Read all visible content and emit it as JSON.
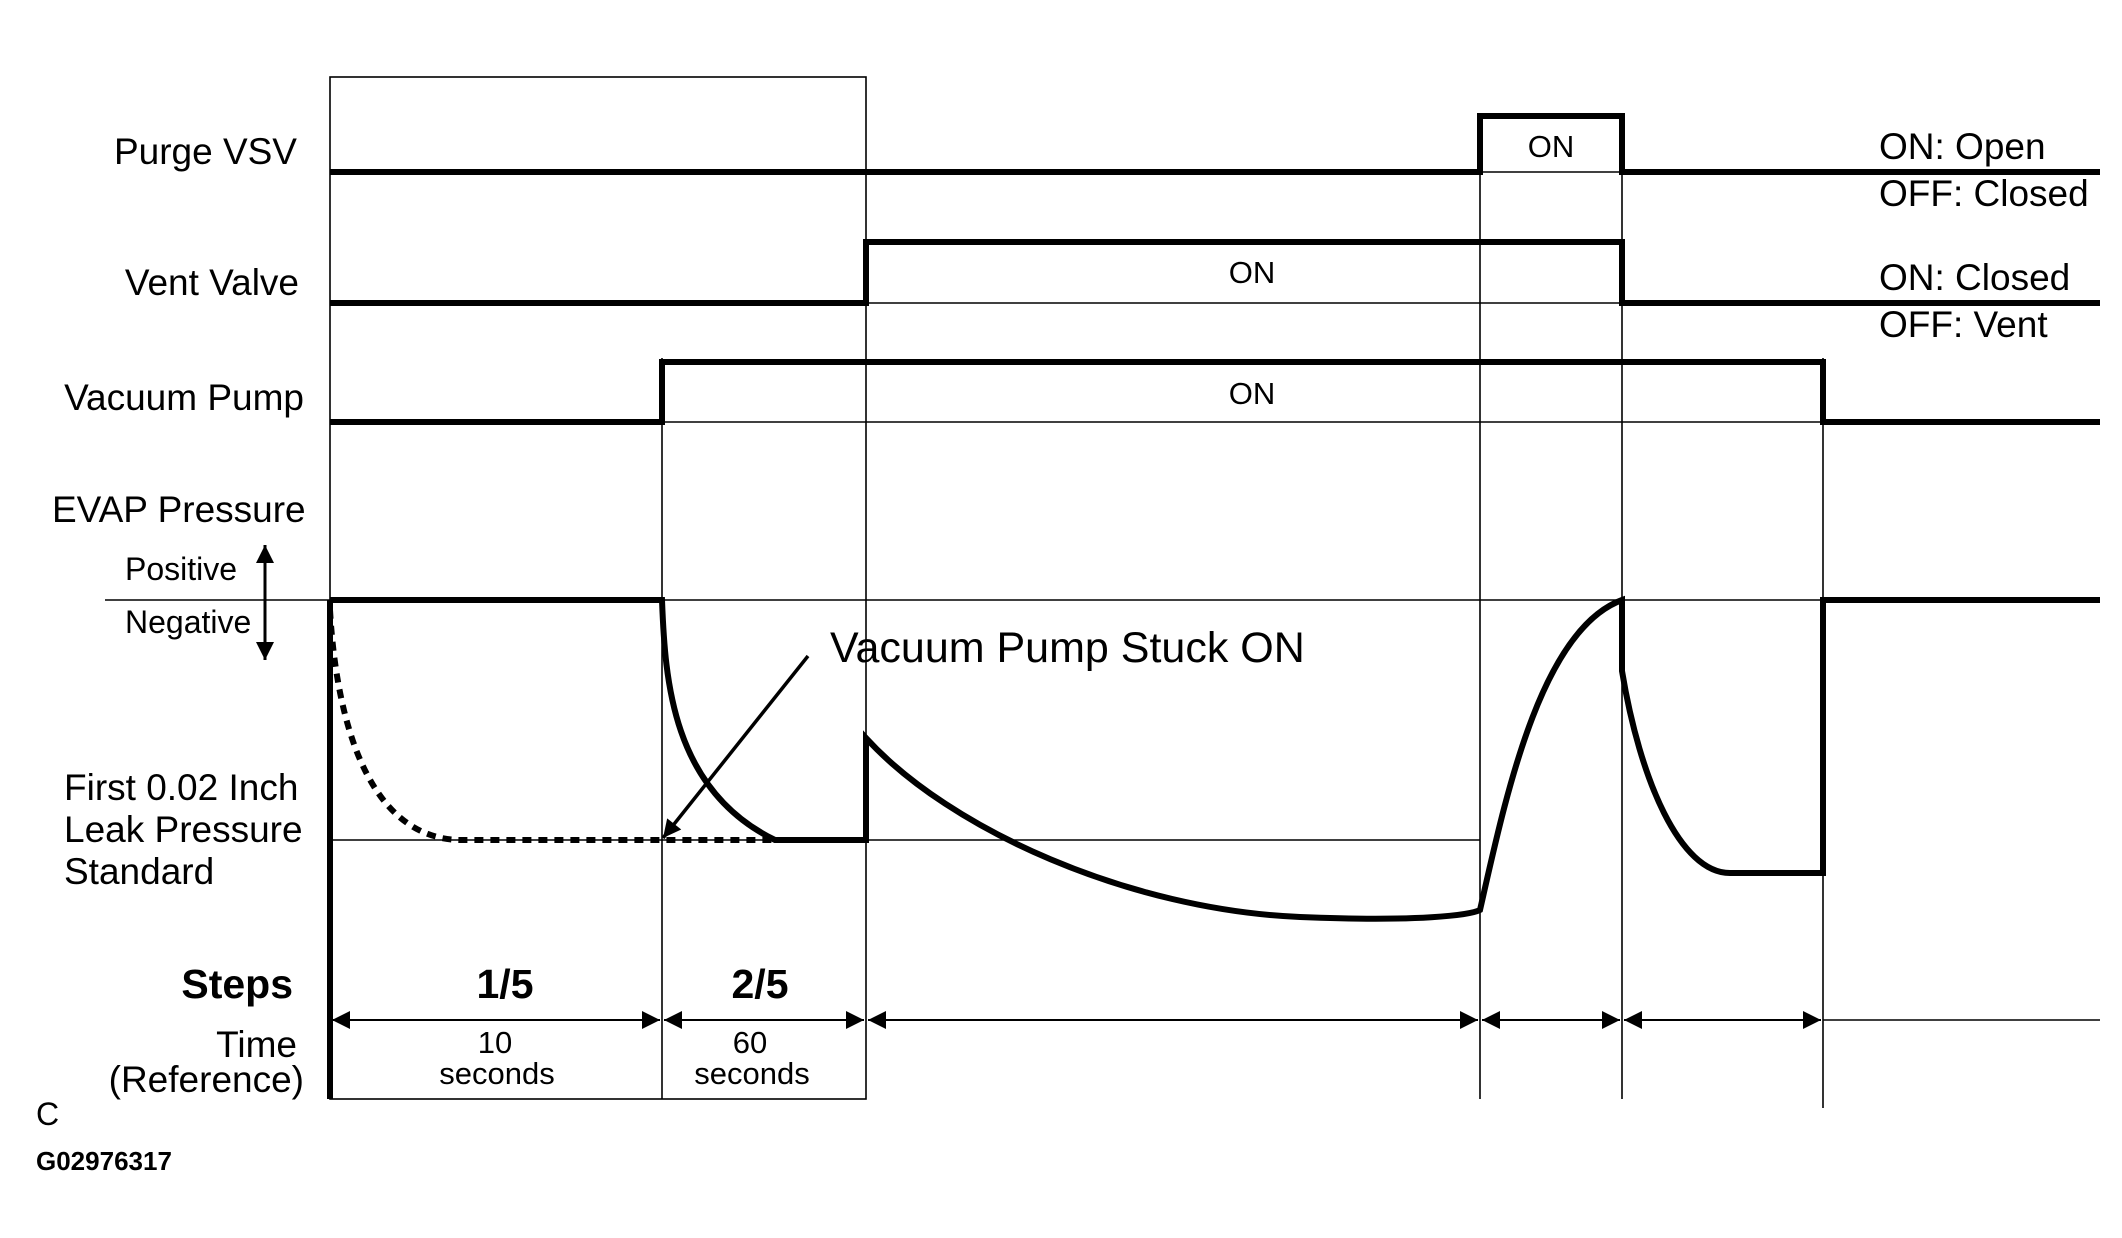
{
  "signals": {
    "purge_vsv": {
      "label": "Purge VSV",
      "on_label": "ON",
      "legend_on": "ON: Open",
      "legend_off": "OFF: Closed"
    },
    "vent_valve": {
      "label": "Vent Valve",
      "on_label": "ON",
      "legend_on": "ON: Closed",
      "legend_off": "OFF: Vent"
    },
    "vacuum_pump": {
      "label": "Vacuum Pump",
      "on_label": "ON"
    }
  },
  "pressure": {
    "title": "EVAP Pressure",
    "positive": "Positive",
    "negative": "Negative",
    "standard_line1": "First 0.02 Inch",
    "standard_line2": "Leak Pressure",
    "standard_line3": "Standard",
    "callout": "Vacuum Pump Stuck ON"
  },
  "steps": {
    "label": "Steps",
    "time_label_line1": "Time",
    "time_label_line2": "(Reference)",
    "items": [
      {
        "step": "1/5",
        "time_value": "10",
        "time_unit": "seconds"
      },
      {
        "step": "2/5",
        "time_value": "60",
        "time_unit": "seconds"
      }
    ]
  },
  "figure": {
    "corner_letter": "C",
    "figure_id": "G02976317"
  }
}
